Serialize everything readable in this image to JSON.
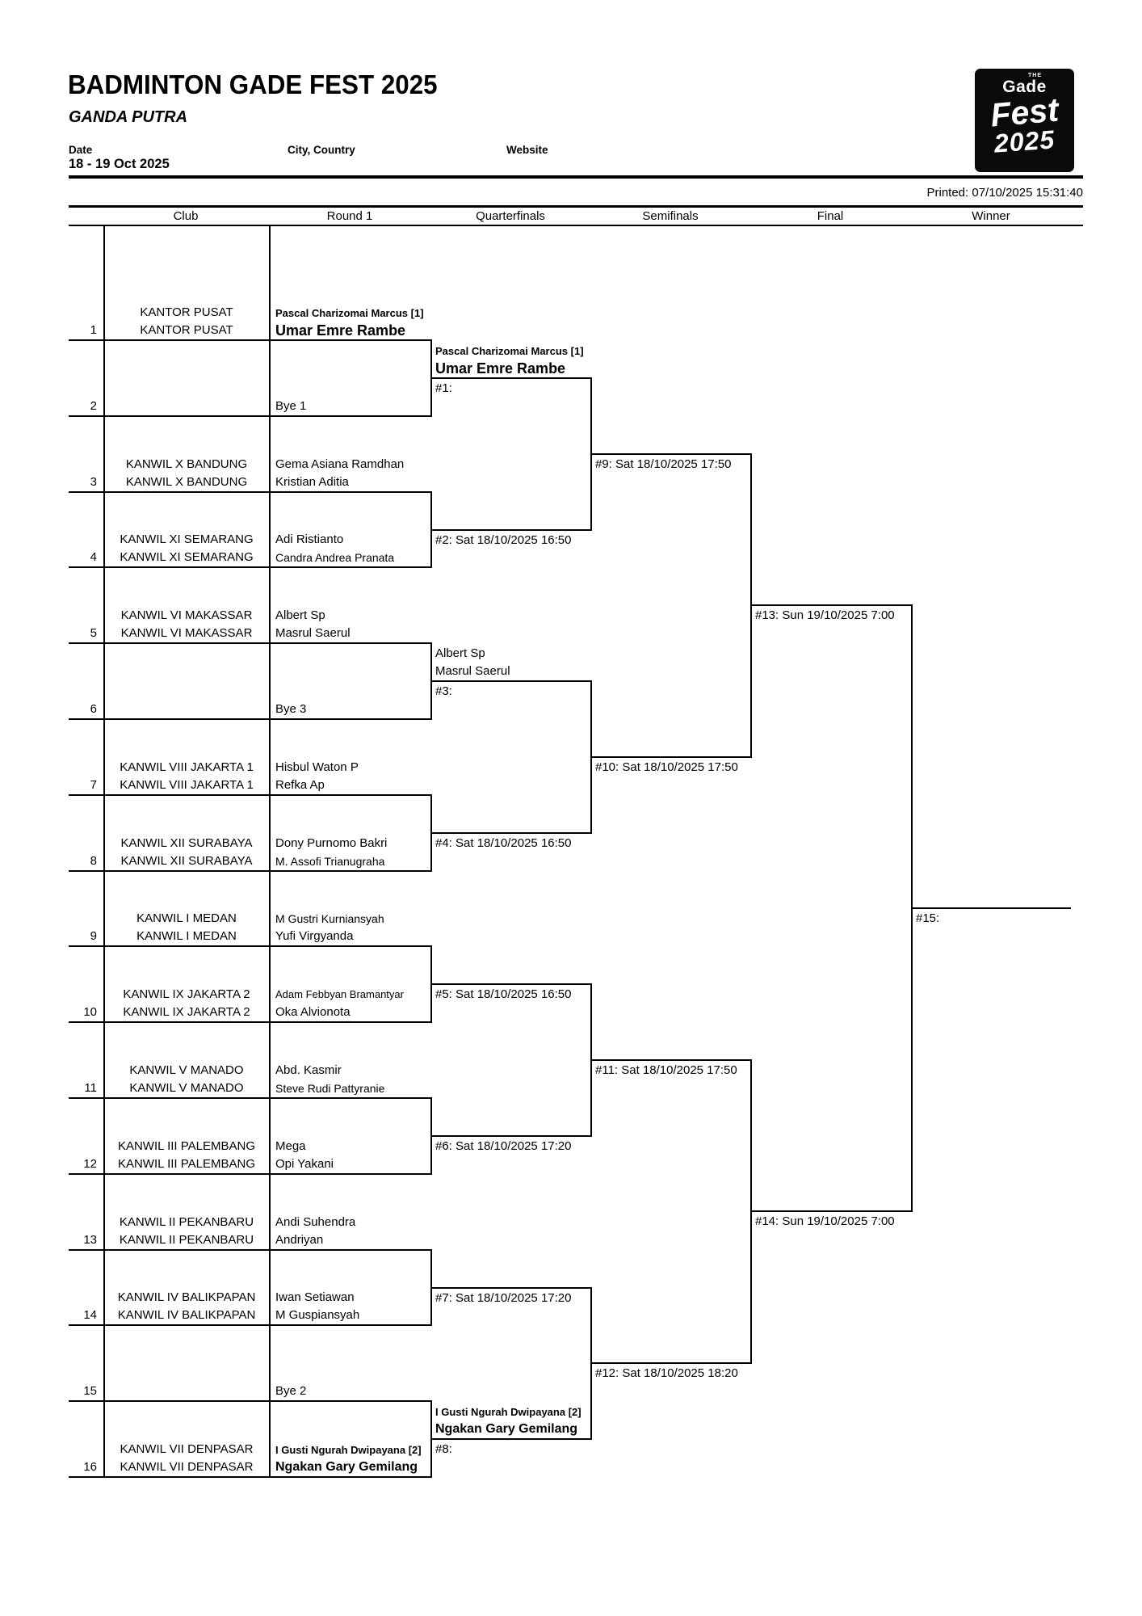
{
  "header": {
    "title": "BADMINTON GADE FEST 2025",
    "subtitle": "GANDA PUTRA",
    "date_label": "Date",
    "date_value": "18 - 19 Oct 2025",
    "city_label": "City, Country",
    "website_label": "Website",
    "printed_label": "Printed: 07/10/2025 15:31:40",
    "logo_the": "THE",
    "logo_gade": "Gade",
    "logo_fest": "Fest",
    "logo_year": "2025"
  },
  "columns": [
    "Club",
    "Round 1",
    "Quarterfinals",
    "Semifinals",
    "Final",
    "Winner"
  ],
  "entries": [
    {
      "num": "1",
      "club1": "KANTOR PUSAT",
      "club2": "KANTOR PUSAT",
      "player1": "Pascal Charizomai Marcus [1]",
      "player2": "Umar Emre Rambe",
      "seeded": true
    },
    {
      "num": "2",
      "bye": "Bye 1"
    },
    {
      "num": "3",
      "club1": "KANWIL X BANDUNG",
      "club2": "KANWIL X BANDUNG",
      "player1": "Gema Asiana Ramdhan",
      "player2": "Kristian Aditia"
    },
    {
      "num": "4",
      "club1": "KANWIL XI SEMARANG",
      "club2": "KANWIL XI SEMARANG",
      "player1": "Adi Ristianto",
      "player2": "Candra Andrea Pranata"
    },
    {
      "num": "5",
      "club1": "KANWIL VI MAKASSAR",
      "club2": "KANWIL VI MAKASSAR",
      "player1": "Albert Sp",
      "player2": "Masrul Saerul"
    },
    {
      "num": "6",
      "bye": "Bye 3"
    },
    {
      "num": "7",
      "club1": "KANWIL VIII JAKARTA 1",
      "club2": "KANWIL VIII JAKARTA 1",
      "player1": "Hisbul Waton P",
      "player2": "Refka Ap"
    },
    {
      "num": "8",
      "club1": "KANWIL XII SURABAYA",
      "club2": "KANWIL XII SURABAYA",
      "player1": "Dony Purnomo Bakri",
      "player2": "M. Assofi Trianugraha"
    },
    {
      "num": "9",
      "club1": "KANWIL I MEDAN",
      "club2": "KANWIL I MEDAN",
      "player1": "M Gustri Kurniansyah",
      "player2": "Yufi Virgyanda"
    },
    {
      "num": "10",
      "club1": "KANWIL IX JAKARTA 2",
      "club2": "KANWIL IX JAKARTA 2",
      "player1": "Adam Febbyan Bramantyar",
      "player2": "Oka Alvionota"
    },
    {
      "num": "11",
      "club1": "KANWIL V MANADO",
      "club2": "KANWIL V MANADO",
      "player1": "Abd. Kasmir",
      "player2": "Steve Rudi Pattyranie"
    },
    {
      "num": "12",
      "club1": "KANWIL III PALEMBANG",
      "club2": "KANWIL III PALEMBANG",
      "player1": "Mega",
      "player2": "Opi Yakani"
    },
    {
      "num": "13",
      "club1": "KANWIL II PEKANBARU",
      "club2": "KANWIL II PEKANBARU",
      "player1": "Andi Suhendra",
      "player2": "Andriyan"
    },
    {
      "num": "14",
      "club1": "KANWIL IV BALIKPAPAN",
      "club2": "KANWIL IV BALIKPAPAN",
      "player1": "Iwan Setiawan",
      "player2": "M Guspiansyah"
    },
    {
      "num": "15",
      "bye": "Bye 2"
    },
    {
      "num": "16",
      "club1": "KANWIL VII DENPASAR",
      "club2": "KANWIL VII DENPASAR",
      "player1": "I Gusti Ngurah Dwipayana [2]",
      "player2": "Ngakan Gary Gemilang",
      "seeded": true
    }
  ],
  "quarterfinals": [
    {
      "label": "#1:",
      "player1": "Pascal Charizomai Marcus [1]",
      "player2": "Umar Emre Rambe",
      "seeded": true
    },
    {
      "label": "#2: Sat 18/10/2025 16:50"
    },
    {
      "label": "#3:",
      "player1": "Albert Sp",
      "player2": "Masrul Saerul"
    },
    {
      "label": "#4: Sat 18/10/2025 16:50"
    },
    {
      "label": "#5: Sat 18/10/2025 16:50"
    },
    {
      "label": "#6: Sat 18/10/2025 17:20"
    },
    {
      "label": "#7: Sat 18/10/2025 17:20"
    },
    {
      "label": "#8:",
      "player1": "I Gusti Ngurah Dwipayana [2]",
      "player2": "Ngakan Gary Gemilang",
      "seeded": true
    }
  ],
  "semifinals": [
    {
      "label": "#9: Sat 18/10/2025 17:50"
    },
    {
      "label": "#10: Sat 18/10/2025 17:50"
    },
    {
      "label": "#11: Sat 18/10/2025 17:50"
    },
    {
      "label": "#12: Sat 18/10/2025 18:20"
    }
  ],
  "finals": [
    {
      "label": "#13: Sun 19/10/2025 7:00"
    },
    {
      "label": "#14: Sun 19/10/2025 7:00"
    }
  ],
  "winner": {
    "label": "#15:"
  }
}
